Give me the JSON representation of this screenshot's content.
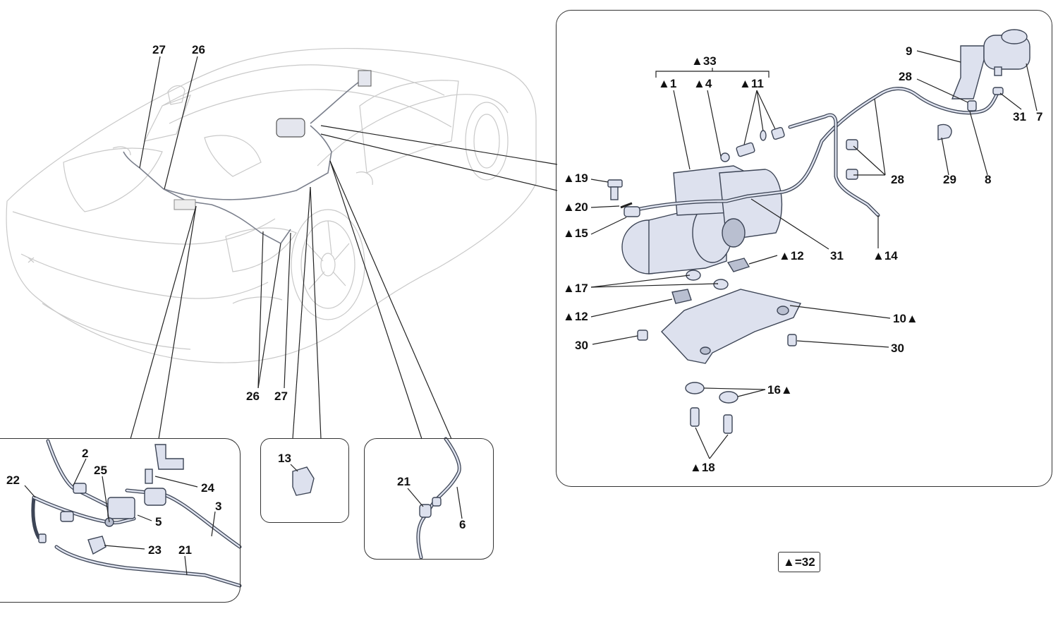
{
  "main_callouts": [
    {
      "id": "c-27-top",
      "text": "27"
    },
    {
      "id": "c-26-top",
      "text": "26"
    },
    {
      "id": "c-26-bot",
      "text": "26"
    },
    {
      "id": "c-27-bot",
      "text": "27"
    },
    {
      "id": "c-33",
      "text": "▲33"
    },
    {
      "id": "c-1",
      "text": "▲1"
    },
    {
      "id": "c-4",
      "text": "▲4"
    },
    {
      "id": "c-11",
      "text": "▲11"
    },
    {
      "id": "c-9",
      "text": "9"
    },
    {
      "id": "c-28a",
      "text": "28"
    },
    {
      "id": "c-31a",
      "text": "31"
    },
    {
      "id": "c-7",
      "text": "7"
    },
    {
      "id": "c-19",
      "text": "▲19"
    },
    {
      "id": "c-20",
      "text": "▲20"
    },
    {
      "id": "c-15",
      "text": "▲15"
    },
    {
      "id": "c-28b",
      "text": "28"
    },
    {
      "id": "c-29",
      "text": "29"
    },
    {
      "id": "c-8",
      "text": "8"
    },
    {
      "id": "c-12a",
      "text": "▲12"
    },
    {
      "id": "c-31b",
      "text": "31"
    },
    {
      "id": "c-14",
      "text": "▲14"
    },
    {
      "id": "c-17",
      "text": "▲17"
    },
    {
      "id": "c-12b",
      "text": "▲12"
    },
    {
      "id": "c-10",
      "text": "10▲"
    },
    {
      "id": "c-30a",
      "text": "30"
    },
    {
      "id": "c-30b",
      "text": "30"
    },
    {
      "id": "c-16",
      "text": "16▲"
    },
    {
      "id": "c-18",
      "text": "▲18"
    }
  ],
  "inset_callouts": [
    {
      "id": "i-2",
      "text": "2"
    },
    {
      "id": "i-25",
      "text": "25"
    },
    {
      "id": "i-22",
      "text": "22"
    },
    {
      "id": "i-24",
      "text": "24"
    },
    {
      "id": "i-3",
      "text": "3"
    },
    {
      "id": "i-5",
      "text": "5"
    },
    {
      "id": "i-23",
      "text": "23"
    },
    {
      "id": "i-21a",
      "text": "21"
    },
    {
      "id": "i-13",
      "text": "13"
    },
    {
      "id": "i-21b",
      "text": "21"
    },
    {
      "id": "i-6",
      "text": "6"
    }
  ],
  "legend": {
    "text": "▲=32"
  }
}
